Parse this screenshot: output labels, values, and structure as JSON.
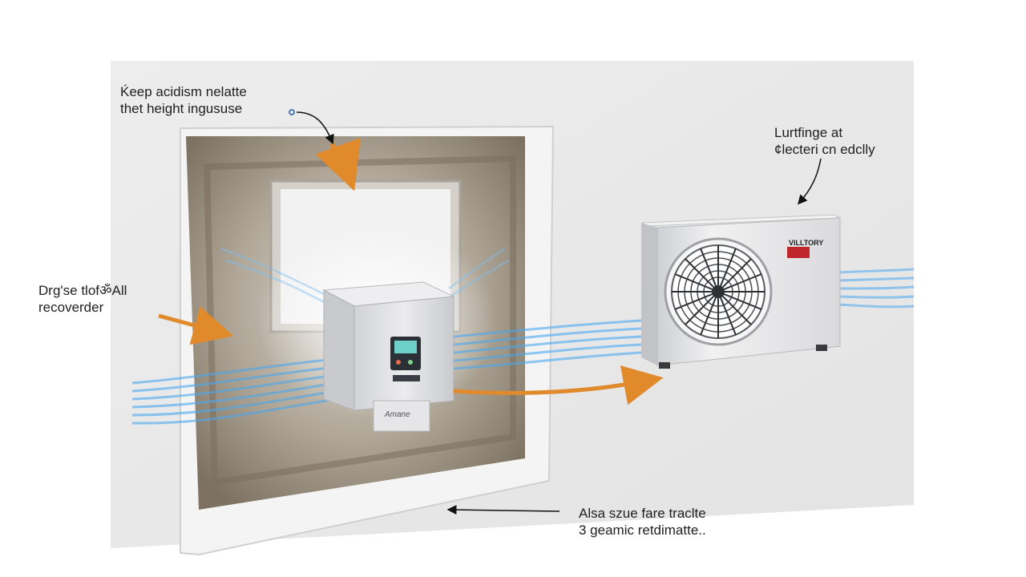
{
  "annotations": {
    "top_left": {
      "line1": "Ḱeep acidism nelatte",
      "line2": "thet height ingususe"
    },
    "top_right": {
      "line1": "Lurtfinge at",
      "line2": "¢lecteri cn edclly"
    },
    "left": {
      "line1": "Drg'se tlofॐAll",
      "line2": "recoverder"
    },
    "bottom": {
      "line1": "Alsa szue fare traclte",
      "line2": "3 geamic retdimatte.."
    }
  },
  "outdoor_unit": {
    "brand": "VILLTORY"
  },
  "indoor_unit": {
    "plate": "Amane"
  },
  "colors": {
    "wall": "#e9e9e9",
    "recess": "#8e8474",
    "airflow": "#4aa8f0",
    "arrow": "#e08a2c",
    "unit_body": "#e4e4e6",
    "brand_badge": "#c0272d"
  },
  "icons": [
    "fan-icon",
    "control-display-icon",
    "arrow-icon"
  ]
}
